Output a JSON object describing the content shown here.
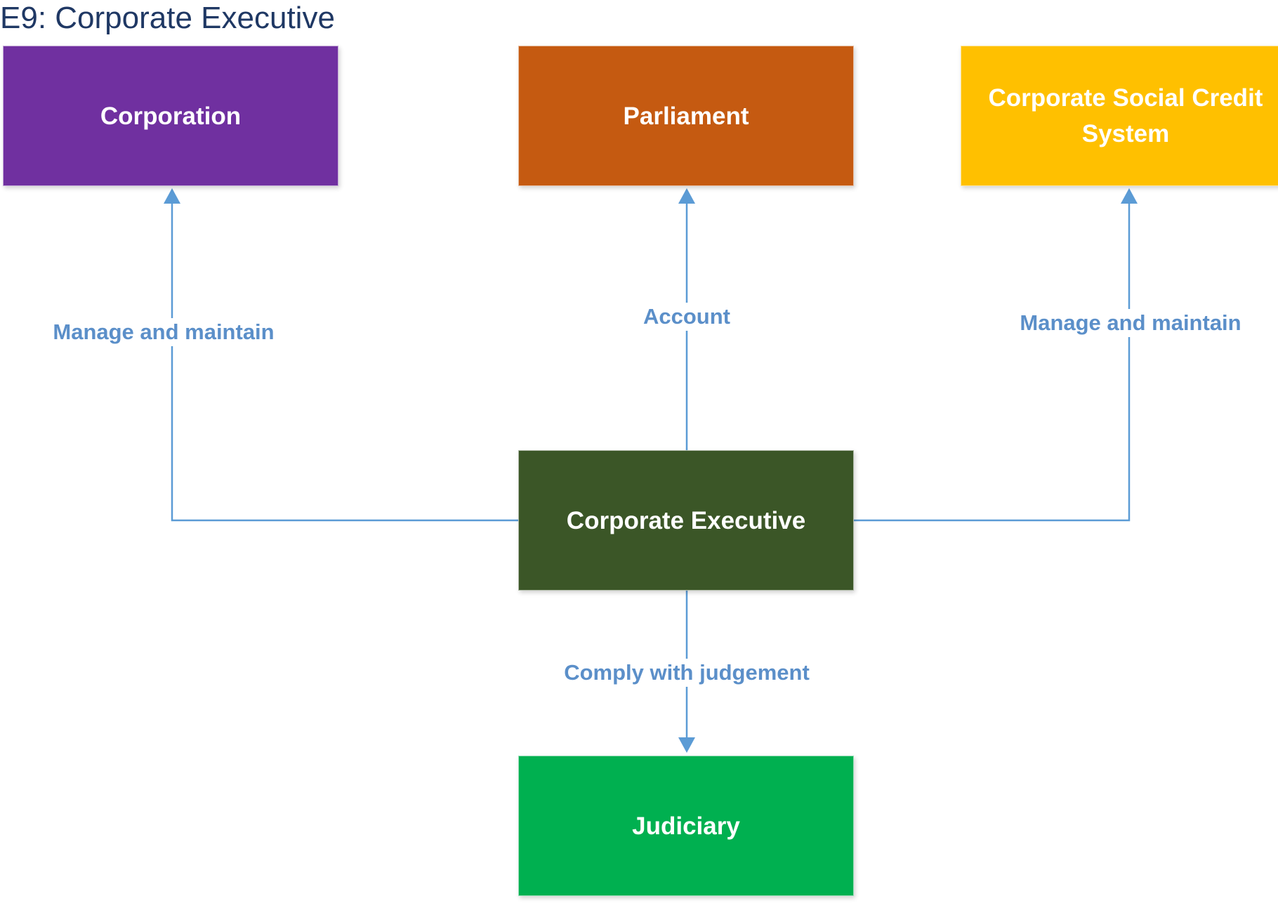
{
  "title": "E9: Corporate Executive",
  "colors": {
    "corporation": "#7030a0",
    "parliament": "#c55a11",
    "credit_system": "#ffc000",
    "executive": "#3b5627",
    "judiciary": "#00b050",
    "connector": "#5b9bd5",
    "label_text": "#5b8fc9",
    "title_text": "#1f3864"
  },
  "nodes": {
    "corporation": "Corporation",
    "parliament": "Parliament",
    "credit_system_line1": "Corporate Social Credit",
    "credit_system_line2": "System",
    "executive": "Corporate Executive",
    "judiciary": "Judiciary"
  },
  "edges": {
    "to_corporation": "Manage and maintain",
    "to_parliament": "Account",
    "to_credit_system": "Manage and maintain",
    "to_judiciary": "Comply with judgement"
  }
}
